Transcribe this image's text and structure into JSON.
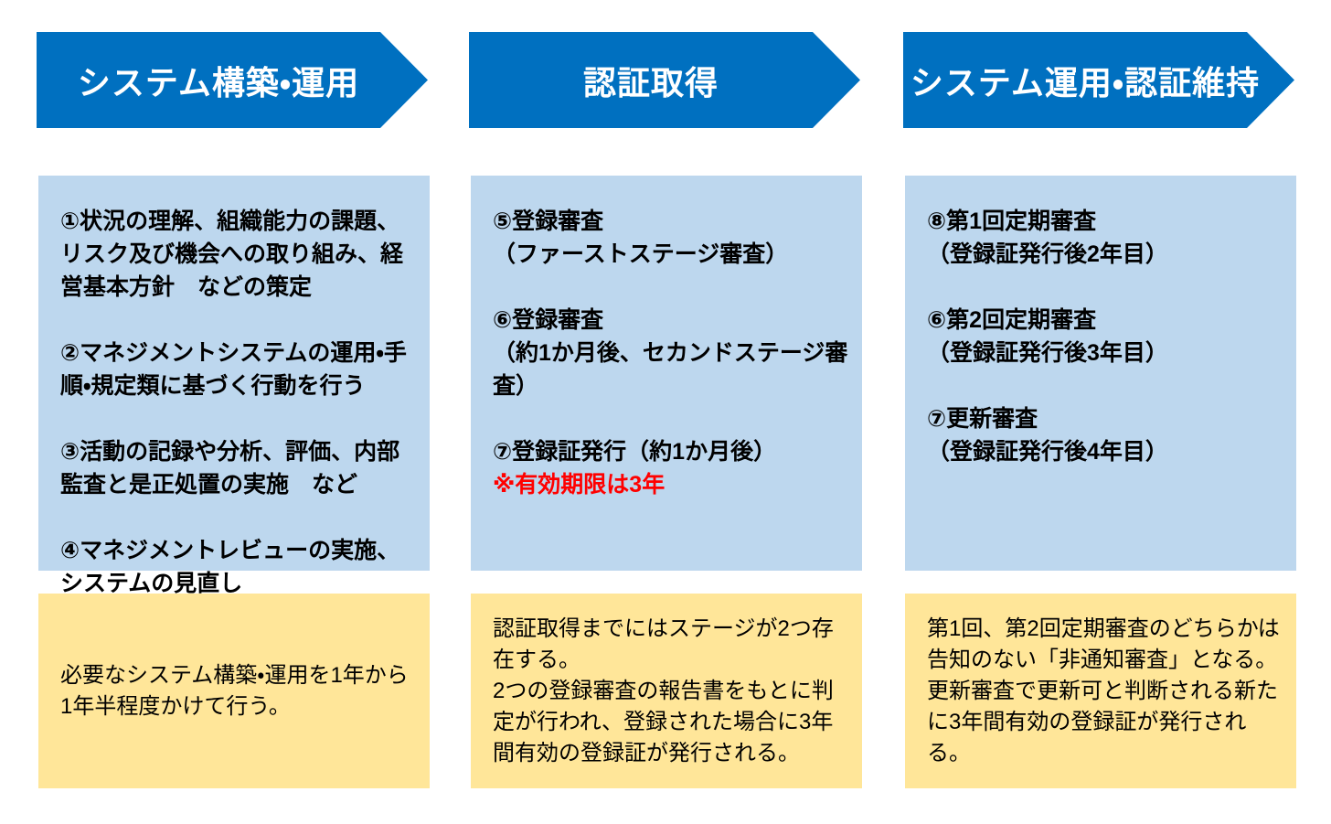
{
  "colors": {
    "arrow_blue": "#0070C0",
    "steps_box_blue": "#BDD7EE",
    "note_box_yellow": "#FFE699",
    "red_note": "#FF0000",
    "header_text": "#ffffff",
    "body_text": "#000000"
  },
  "diagram": {
    "columns": [
      {
        "header": "システム構築・運用",
        "steps": [
          "①状況の理解、組織能力の課題、リスク及び機会への取り組み、経営基本方針　などの策定",
          "②マネジメントシステムの運用・手順・規定類に基づく行動を行う",
          "③活動の記録や分析、評価、内部監査と是正処置の実施　など",
          "④マネジメントレビューの実施、システムの見直し"
        ],
        "note": "必要なシステム構築・運用を1年から1年半程度かけて行う。"
      },
      {
        "header": "認証取得",
        "steps": [
          "⑤登録審査\n（ファーストステージ審査）",
          "⑥登録審査\n（約1か月後、セカンドステージ審査）",
          "⑦登録証発行（約1か月後）"
        ],
        "red_note": "※有効期限は3年",
        "note": "認証取得までにはステージが2つ存在する。\n2つの登録審査の報告書をもとに判定が行われ、登録された場合に3年間有効の登録証が発行される。"
      },
      {
        "header": "システム運用・認証維持",
        "steps": [
          "⑧第1回定期審査\n（登録証発行後2年目）",
          "⑥第2回定期審査\n（登録証発行後3年目）",
          "⑦更新審査\n（登録証発行後4年目）"
        ],
        "note": "第1回、第2回定期審査のどちらかは告知のない「非通知審査」となる。\n更新審査で更新可と判断される新たに3年間有効の登録証が発行される。"
      }
    ]
  }
}
